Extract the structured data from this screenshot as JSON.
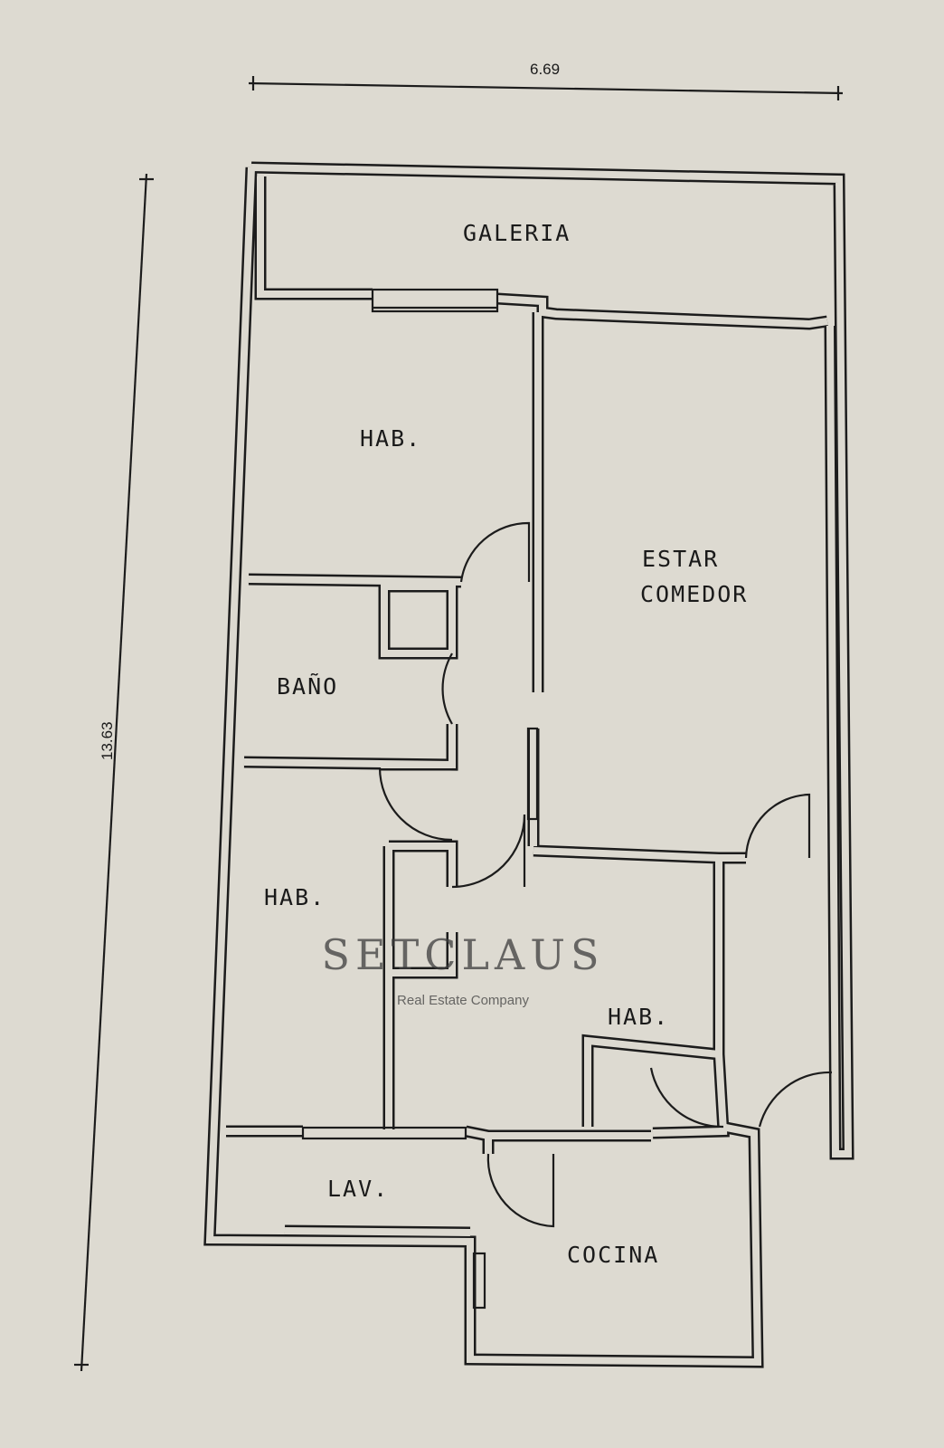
{
  "dimensions": {
    "width": "6.69",
    "height": "13.63"
  },
  "rooms": {
    "galeria": "GALERIA",
    "hab_top": "HAB.",
    "estar": "ESTAR",
    "comedor": "COMEDOR",
    "bano": "BAÑO",
    "hab_left": "HAB.",
    "hab_mid": "HAB.",
    "lav": "LAV.",
    "cocina": "COCINA"
  },
  "watermark": {
    "brand": "SETCLAUS",
    "tagline": "Real Estate Company"
  }
}
